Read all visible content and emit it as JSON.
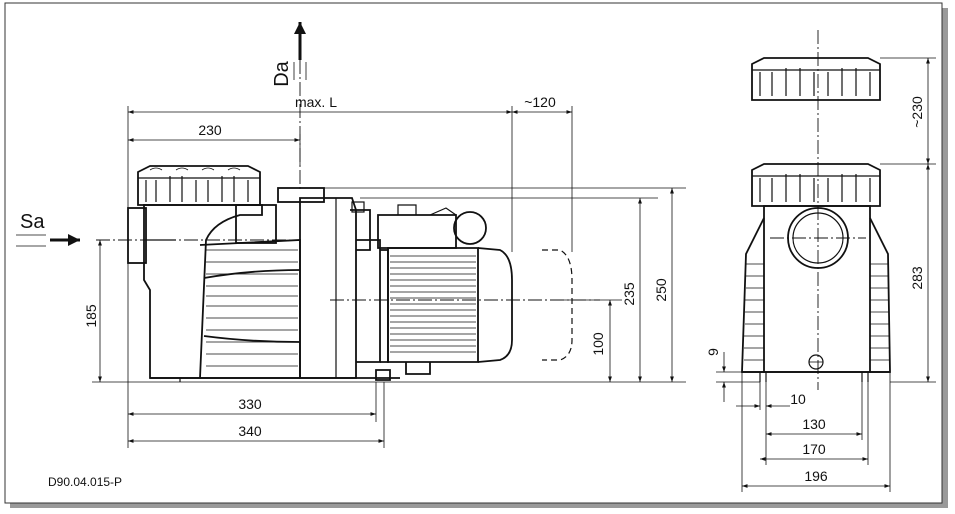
{
  "drawing": {
    "code": "D90.04.015-P",
    "labels": {
      "discharge": "Da",
      "suction": "Sa"
    },
    "dimensions": {
      "max_length": "max. L",
      "approx_120": "~120",
      "d230": "230",
      "d185": "185",
      "d235": "235",
      "d250": "250",
      "d100": "100",
      "d330": "330",
      "d340": "340",
      "approx_230": "~230",
      "d283": "283",
      "d9": "9",
      "d10": "10",
      "d130": "130",
      "d170": "170",
      "d196": "196"
    }
  }
}
